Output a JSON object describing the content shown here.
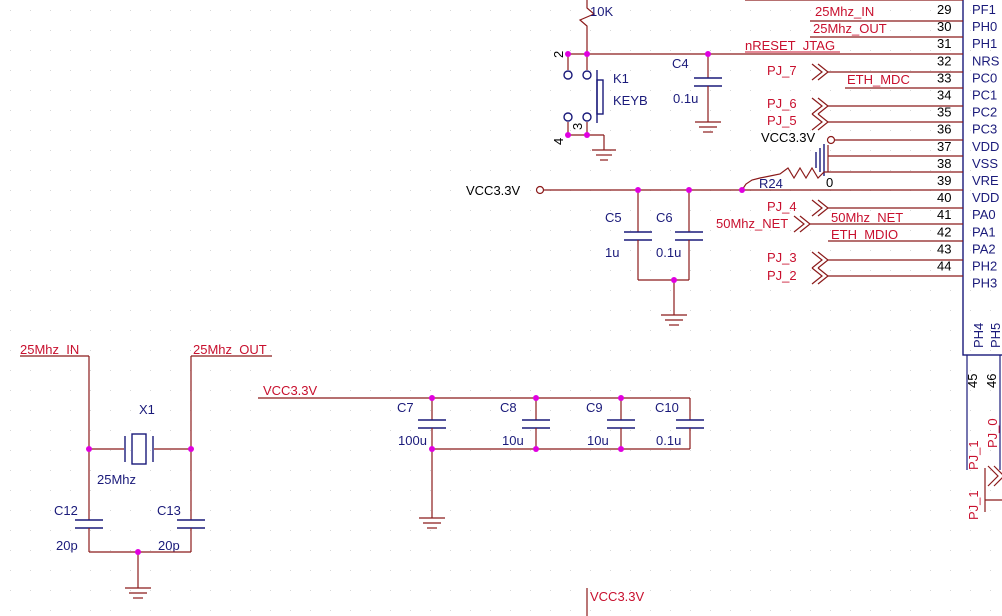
{
  "colors": {
    "wire": "#8b1a1a",
    "body": "#1a1a7a",
    "net": "#c8102e",
    "junction": "#e000e0",
    "text": "#000000"
  },
  "resistor_top": {
    "value": "10K"
  },
  "switch": {
    "ref": "K1",
    "name": "KEYB",
    "pin2": "2",
    "pin4": "4",
    "pin3": "3"
  },
  "caps": {
    "c4": {
      "ref": "C4",
      "value": "0.1u"
    },
    "c5": {
      "ref": "C5",
      "value": "1u"
    },
    "c6": {
      "ref": "C6",
      "value": "0.1u"
    },
    "c7": {
      "ref": "C7",
      "value": "100u"
    },
    "c8": {
      "ref": "C8",
      "value": "10u"
    },
    "c9": {
      "ref": "C9",
      "value": "10u"
    },
    "c10": {
      "ref": "C10",
      "value": "0.1u"
    },
    "c12": {
      "ref": "C12",
      "value": "20p"
    },
    "c13": {
      "ref": "C13",
      "value": "20p"
    }
  },
  "crystal": {
    "ref": "X1",
    "value": "25Mhz"
  },
  "r24": {
    "ref": "R24",
    "value": "0"
  },
  "nets": {
    "nreset": "nRESET_JTAG",
    "vcc": "VCC3.3V",
    "mhz_in": "25Mhz_IN",
    "mhz_out": "25Mhz_OUT",
    "eth_mdc": "ETH_MDC",
    "eth_mdio": "ETH_MDIO",
    "net50_right": "50Mhz_NET",
    "net50_port": "50Mhz_NET",
    "pj7": "PJ_7",
    "pj6": "PJ_6",
    "pj5": "PJ_5",
    "pj4": "PJ_4",
    "pj3": "PJ_3",
    "pj2": "PJ_2",
    "pj1a": "PJ_1",
    "pj1b": "PJ_1",
    "pj0": "PJ_0",
    "r24_vcc": "VCC3.3V",
    "vcc_left": "VCC3.3V",
    "vcc_bottom": "VCC3.3V",
    "vcc_caps": "VCC3.3V"
  },
  "ic": {
    "pins": [
      {
        "num": "29",
        "name": "PF1"
      },
      {
        "num": "30",
        "name": "PH0"
      },
      {
        "num": "31",
        "name": "PH1"
      },
      {
        "num": "32",
        "name": "NRS"
      },
      {
        "num": "33",
        "name": "PC0"
      },
      {
        "num": "34",
        "name": "PC1"
      },
      {
        "num": "35",
        "name": "PC2"
      },
      {
        "num": "36",
        "name": "PC3"
      },
      {
        "num": "37",
        "name": "VDD"
      },
      {
        "num": "38",
        "name": "VSS"
      },
      {
        "num": "39",
        "name": "VRE"
      },
      {
        "num": "40",
        "name": "VDD"
      },
      {
        "num": "41",
        "name": "PA0"
      },
      {
        "num": "42",
        "name": "PA1"
      },
      {
        "num": "43",
        "name": "PA2"
      },
      {
        "num": "44",
        "name": "PH2"
      },
      {
        "num": "",
        "name": "PH3"
      }
    ],
    "bottom_pin_labels": [
      "PH4",
      "PH5"
    ],
    "bottom_pin_numbers": [
      "45",
      "46"
    ]
  }
}
